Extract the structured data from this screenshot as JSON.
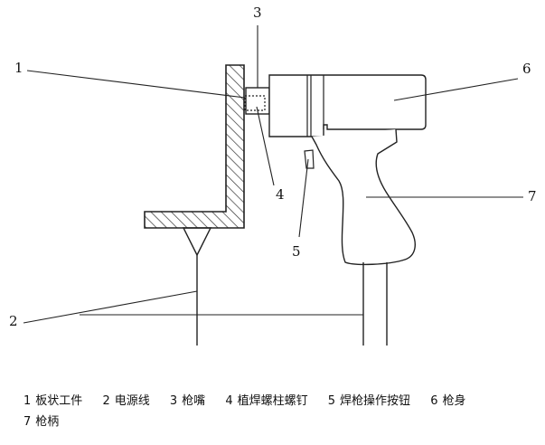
{
  "callouts": [
    {
      "num": "1"
    },
    {
      "num": "2"
    },
    {
      "num": "3"
    },
    {
      "num": "4"
    },
    {
      "num": "5"
    },
    {
      "num": "6"
    },
    {
      "num": "7"
    }
  ],
  "legend": [
    {
      "num": "1",
      "label": "板状工件"
    },
    {
      "num": "2",
      "label": "电源线"
    },
    {
      "num": "3",
      "label": "枪嘴"
    },
    {
      "num": "4",
      "label": "植焊螺柱螺钉"
    },
    {
      "num": "5",
      "label": "焊枪操作按钮"
    },
    {
      "num": "6",
      "label": "枪身"
    },
    {
      "num": "7",
      "label": "枪柄"
    }
  ],
  "colors": {
    "line": "#222222",
    "hatch": "#333333",
    "background": "#ffffff"
  }
}
